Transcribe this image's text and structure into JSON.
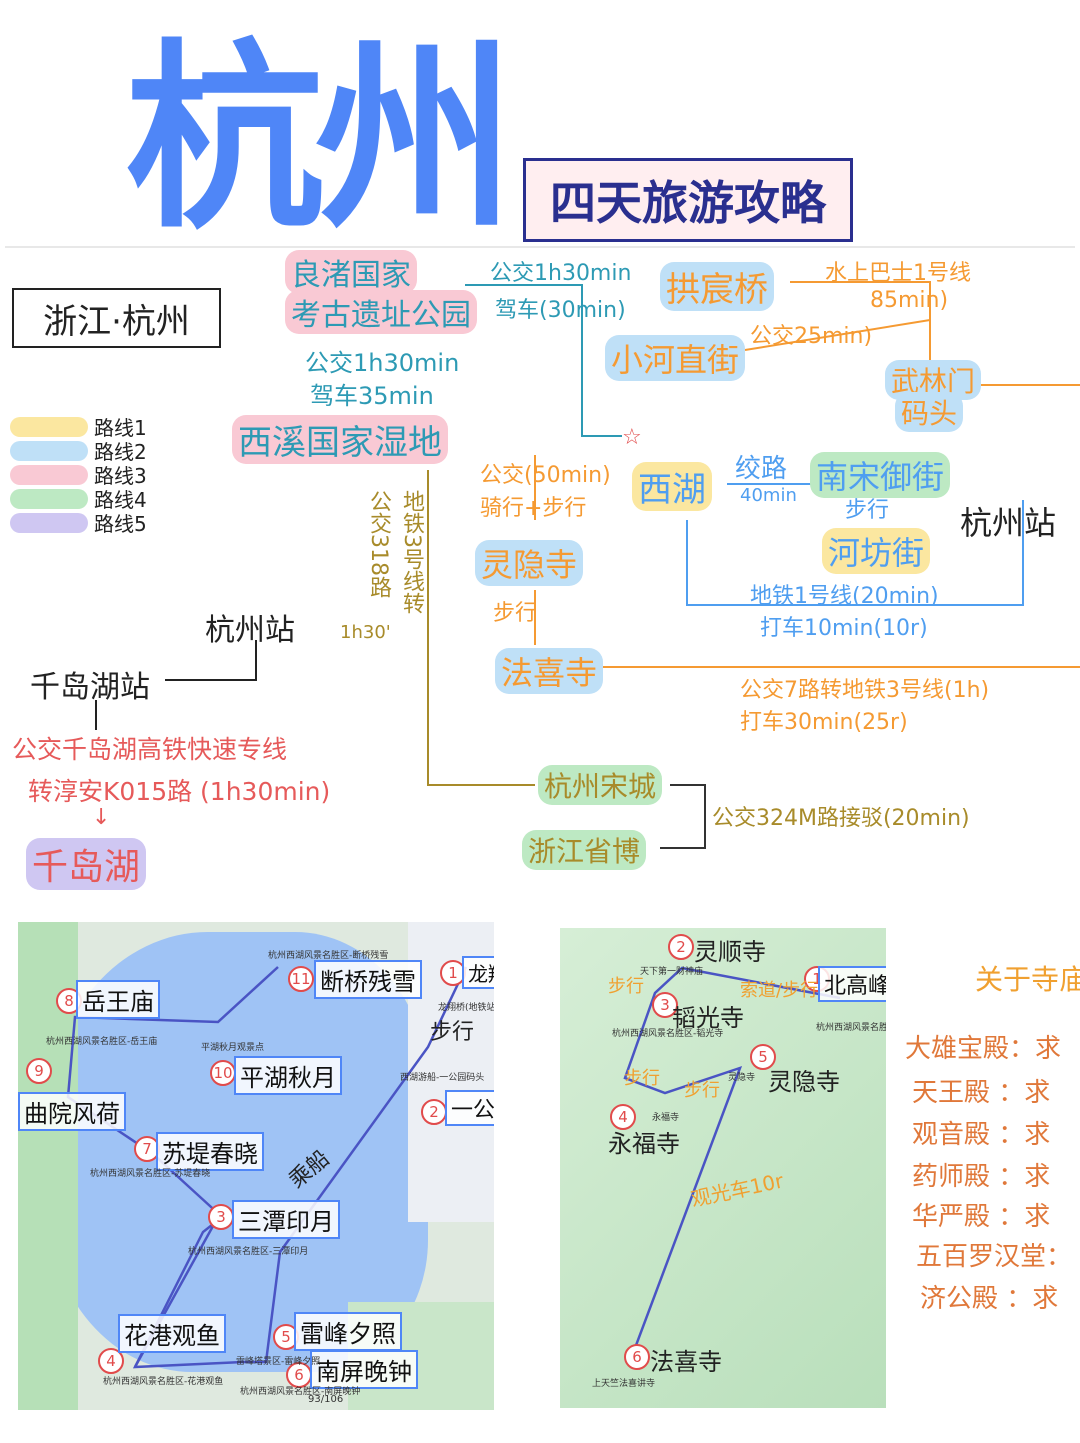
{
  "title": "杭州",
  "subtitle": "四天旅游攻略",
  "location_box": "浙江·杭州",
  "legend": [
    {
      "label": "路线1",
      "color": "#fbe7a0"
    },
    {
      "label": "路线2",
      "color": "#bfe0f7"
    },
    {
      "label": "路线3",
      "color": "#f9c9d4"
    },
    {
      "label": "路线4",
      "color": "#bde9c3"
    },
    {
      "label": "路线5",
      "color": "#cfc7f2"
    }
  ],
  "route_map": {
    "liangzhu": [
      "良渚国家",
      "考古遗址公园"
    ],
    "xixi": "西溪国家湿地",
    "xixi_transport": [
      "公交1h30min",
      "驾车35min"
    ],
    "liangzhu_transport": [
      "公交1h30min",
      "驾车(30min)"
    ],
    "gongchen": "拱宸桥",
    "gongchen_transport": [
      "水上巴士1号线",
      "85min)"
    ],
    "xiaohe": "小河直街",
    "xiaohe_transport": "公交25min)",
    "wulin": [
      "武林门",
      "码头"
    ],
    "xihu": "西湖",
    "walk_label": [
      "绞路",
      "40min"
    ],
    "nansong": "南宋御街",
    "walk_short": "步行",
    "hefang": "河坊街",
    "hangzhou_station": "杭州站",
    "metro_label": [
      "地铁1号线(20min)",
      "打车10min(10r)"
    ],
    "lingyin": "灵隐寺",
    "lingyin_transport": [
      "公交(50min)",
      "骑行+步行"
    ],
    "walk2": "步行",
    "faxi": "法喜寺",
    "faxi_transport": [
      "公交7路转地铁3号线(1h)",
      "打车30min(25r)"
    ],
    "vertical_transport": [
      "公交318路",
      "地铁3号线转",
      "1h30'"
    ],
    "songcheng": "杭州宋城",
    "zjmuseum": "浙江省博",
    "songcheng_transport": "公交324M路接驳(20min)",
    "qiandao_station_label": "杭州站",
    "qiandao_hu_station": "千岛湖站",
    "qiandao_transport": [
      "公交千岛湖高铁快速专线",
      "转淳安K015路 (1h30min)"
    ],
    "qiandao": "千岛湖",
    "star": "☆"
  },
  "westlake_map": {
    "spots": [
      {
        "num": "1",
        "label": "龙翔桥站"
      },
      {
        "num": "2",
        "label": "一公园码头"
      },
      {
        "num": "3",
        "label": "三潭印月"
      },
      {
        "num": "4",
        "label": "花港观鱼"
      },
      {
        "num": "5",
        "label": "雷峰夕照"
      },
      {
        "num": "6",
        "label": "南屏晚钟"
      },
      {
        "num": "7",
        "label": "苏堤春晓"
      },
      {
        "num": "8",
        "label": "岳王庙"
      },
      {
        "num": "9",
        "label": "曲院风荷"
      },
      {
        "num": "10",
        "label": "平湖秋月"
      },
      {
        "num": "11",
        "label": "断桥残雪"
      }
    ],
    "walk_note": "步行",
    "boat_note": "乘船",
    "page_counter": "93/106",
    "small_labels": [
      "杭州西湖风景名胜区-断桥残雪",
      "龙翔桥(地铁站)",
      "平湖秋月观景点",
      "西湖游船-一公园码头",
      "杭州西湖风景名胜区-岳王庙",
      "杭州西湖风景名胜区-苏堤春晓",
      "杭州西湖风景名胜区-三潭印月",
      "杭州西湖风景名胜区-花港观鱼",
      "雷峰塔景区-雷峰夕照",
      "杭州西湖风景名胜区-南屏晚钟"
    ]
  },
  "temple_map": {
    "spots": [
      {
        "num": "1",
        "label": "北高峰索道"
      },
      {
        "num": "2",
        "label": "灵顺寺"
      },
      {
        "num": "3",
        "label": "韬光寺"
      },
      {
        "num": "4",
        "label": "永福寺"
      },
      {
        "num": "5",
        "label": "灵隐寺"
      },
      {
        "num": "6",
        "label": "法喜寺"
      }
    ],
    "notes": [
      "步行",
      "索道/步行",
      "步行",
      "步行",
      "观光车10r"
    ],
    "small_labels": [
      "天下第一财神庙",
      "杭州西湖风景名胜区-韬光寺",
      "灵隐寺",
      "永福寺",
      "上天竺法喜讲寺",
      "杭州西湖风景名胜区-北高峰..."
    ]
  },
  "temple_guide": {
    "title": "关于寺庙",
    "rows": [
      "大雄宝殿：求",
      "天王殿 ：求",
      "观音殿 ：求",
      "药师殿 ：求",
      "华严殿 ：求",
      "五百罗汉堂：",
      "济公殿 ：求"
    ]
  }
}
